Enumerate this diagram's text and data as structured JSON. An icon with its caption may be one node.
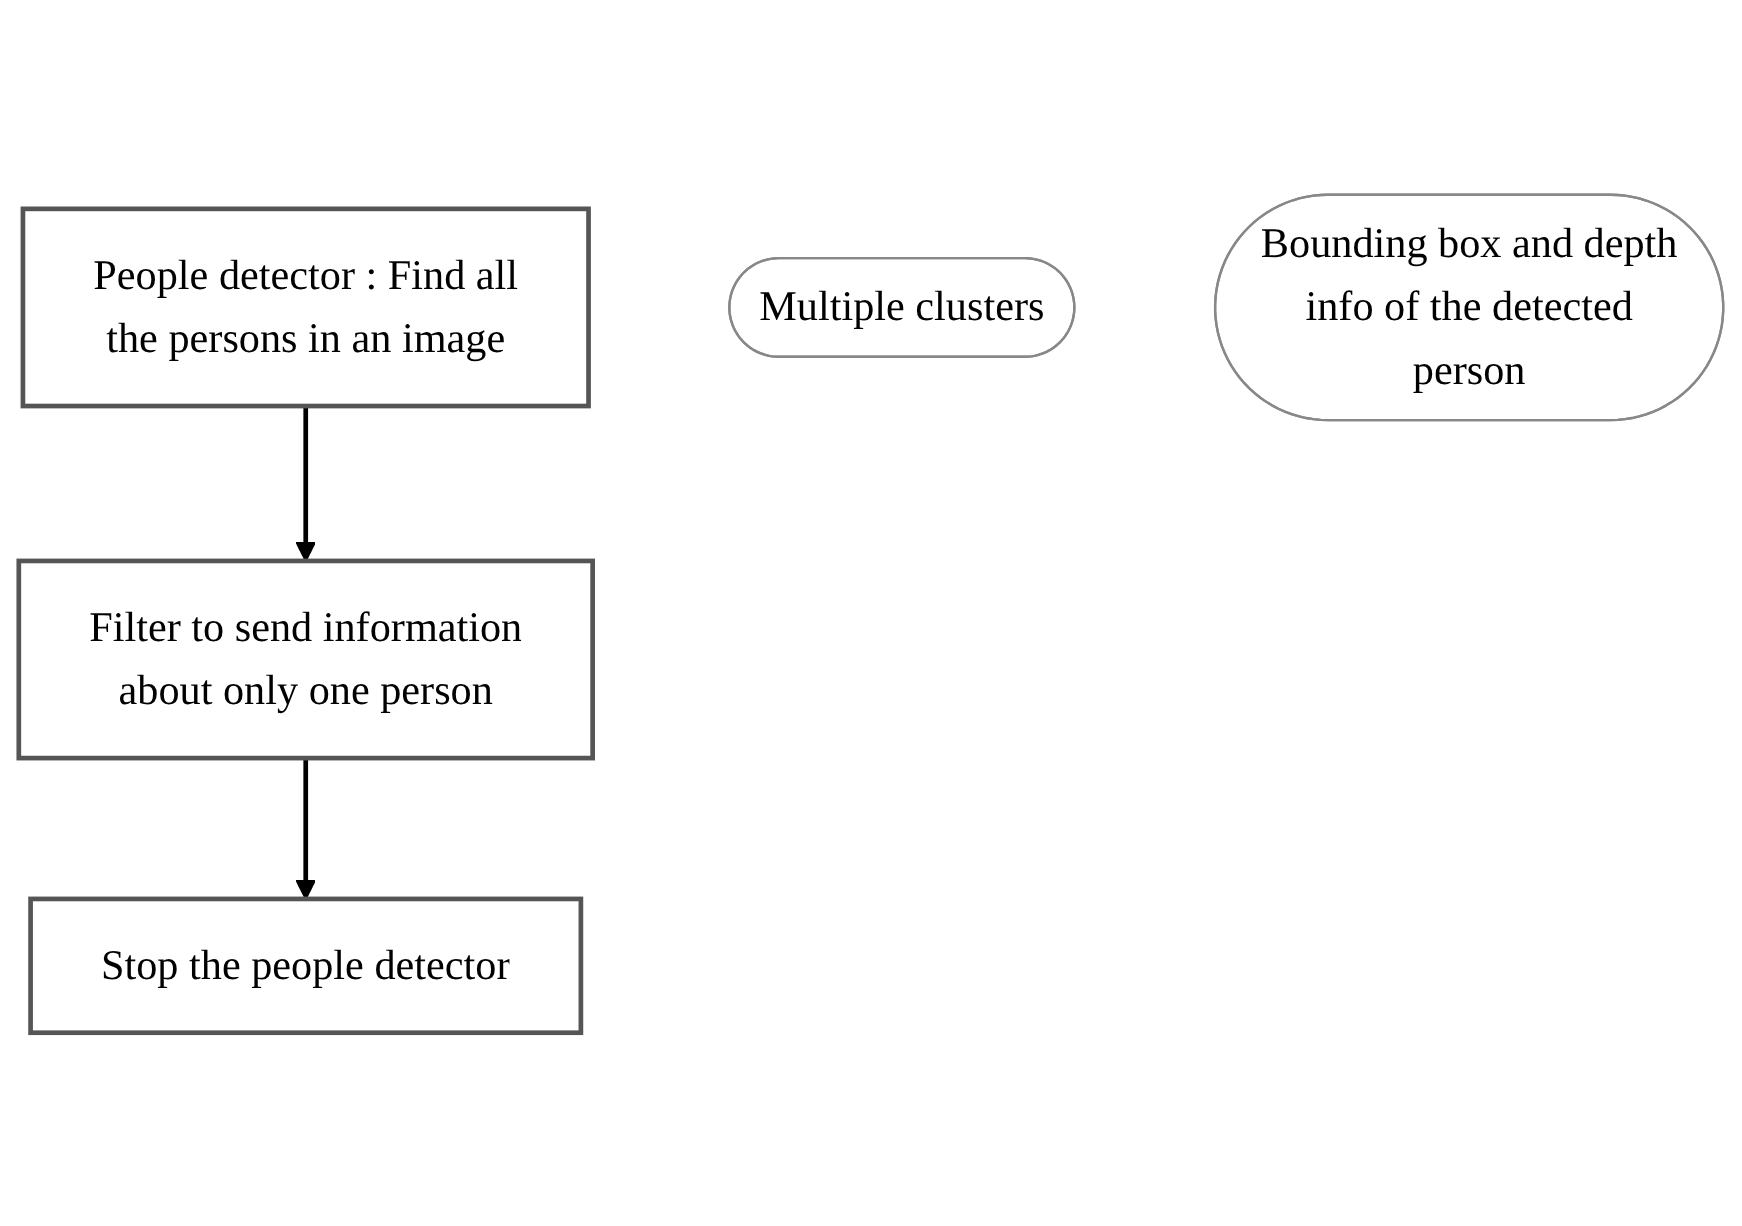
{
  "diagram": {
    "nodes": [
      {
        "text": [
          "People detector : Find all the persons in an image"
        ]
      },
      {
        "text": [
          "Multiple clusters"
        ]
      },
      {
        "text": [
          "Filter to send information about only one person"
        ]
      },
      {
        "text": [
          "Bounding box and depth info of the detected person"
        ]
      },
      {
        "text": [
          "Stop the people detector"
        ]
      }
    ],
    "edges": [
      {
        "from": 0,
        "to": 2,
        "arrow": "to"
      },
      {
        "from": 2,
        "to": 4,
        "arrow": "to"
      }
    ]
  }
}
